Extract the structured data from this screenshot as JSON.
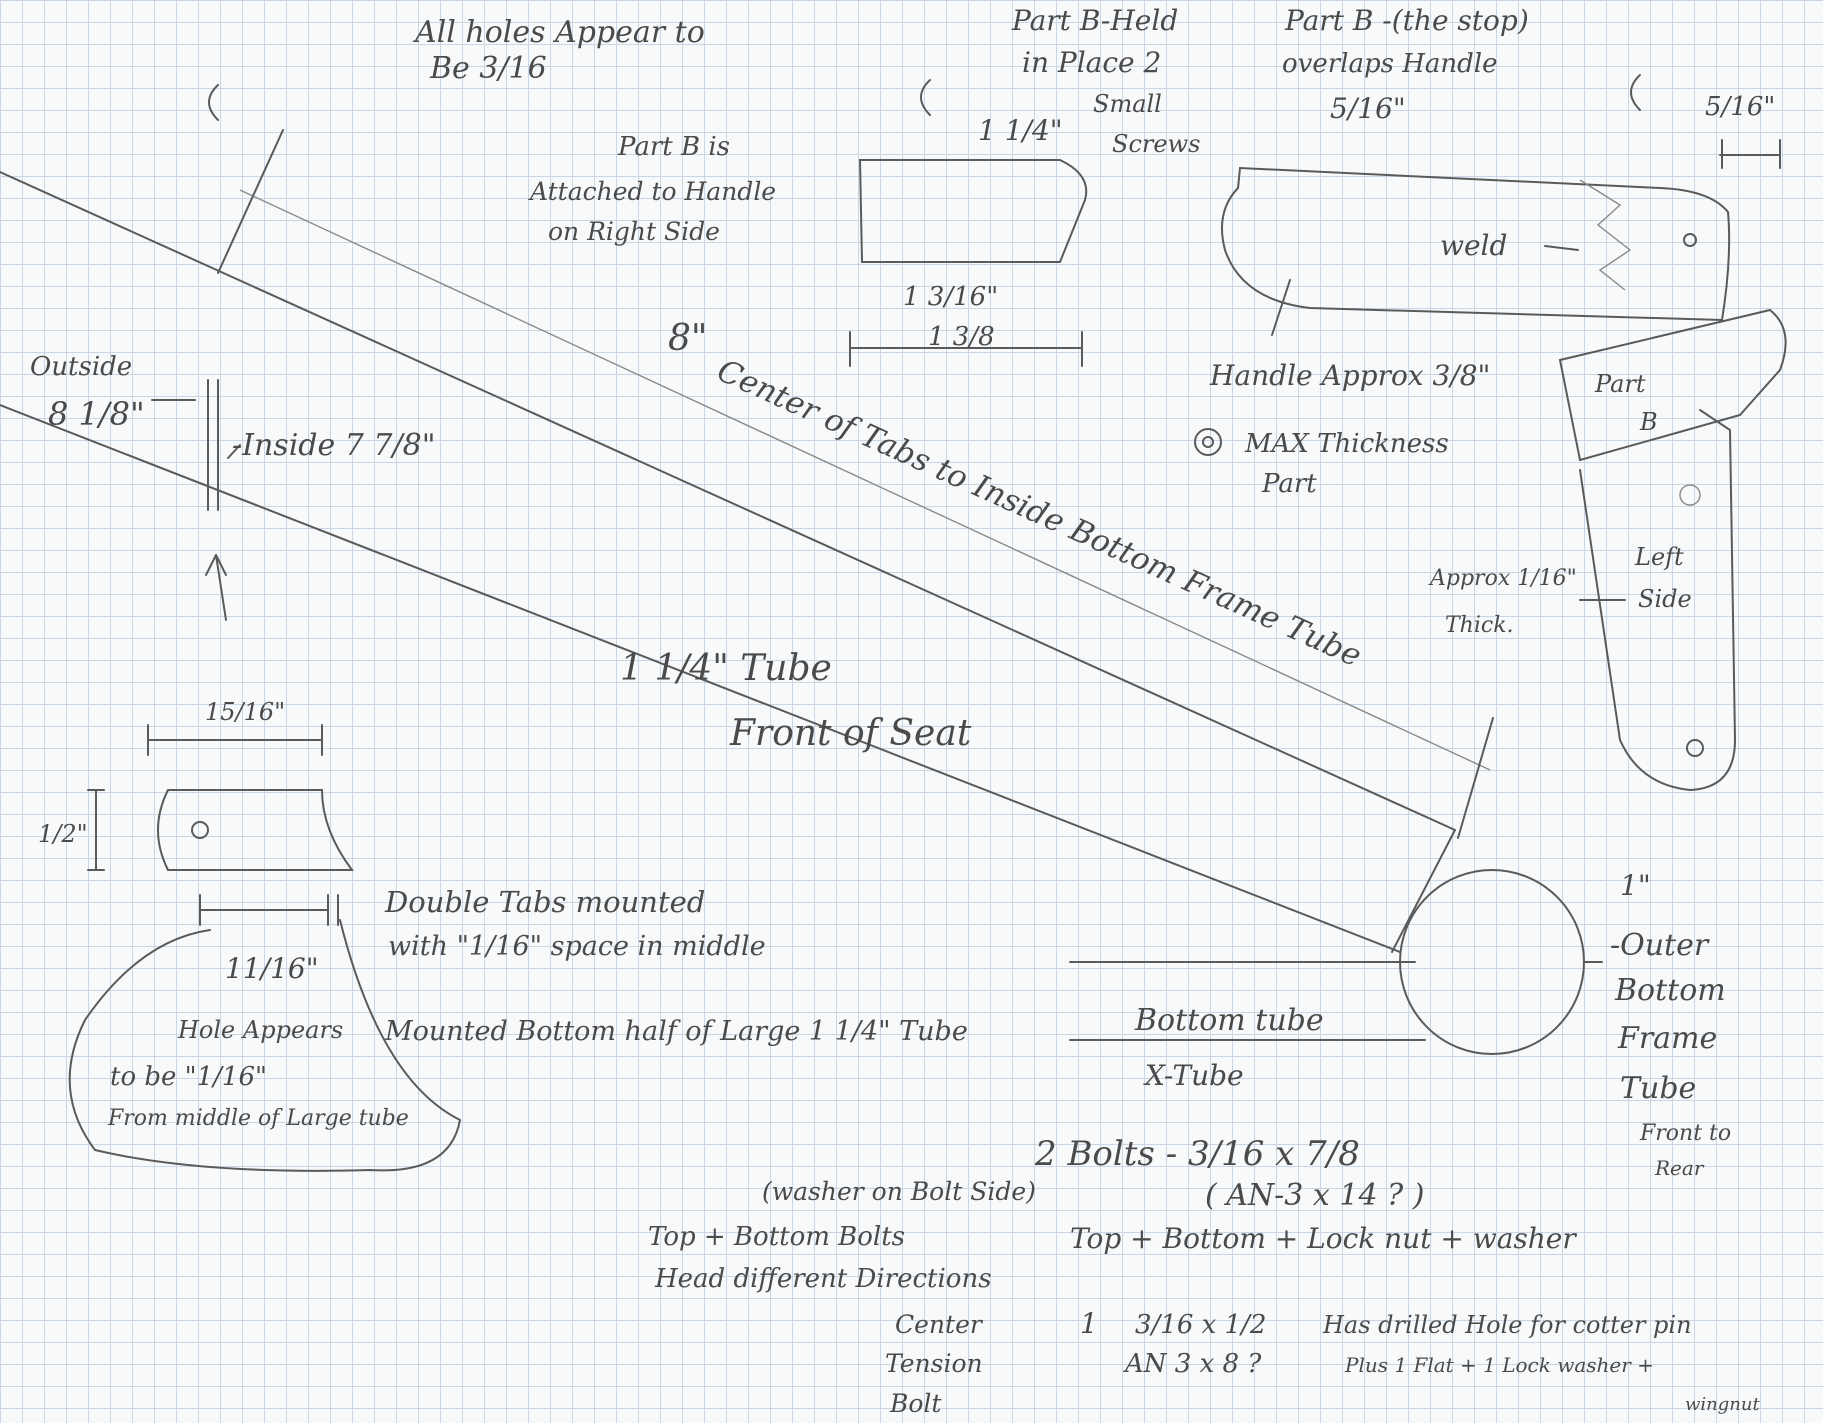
{
  "notes": {
    "holes_1": "All holes Appear to",
    "holes_2": "Be 3/16",
    "partb_held_1": "Part B-Held",
    "partb_held_2": "in Place 2",
    "partb_held_3": "Small",
    "partb_held_4": "Screws",
    "partb_stop_1": "Part B -(the stop)",
    "partb_stop_2": "overlaps Handle",
    "partb_stop_3": "5/16\"",
    "top_right_dim": "5/16\"",
    "partb_is_1": "Part B is",
    "partb_is_2": "Attached to Handle",
    "partb_is_3": "on Right Side",
    "dim_1_1_4": "1 1/4\"",
    "dim_1_3_16": "1 3/16\"",
    "dim_1_3_8": "1 3/8",
    "weld": "weld",
    "handle_approx": "Handle Approx 3/8\"",
    "max_thickness_1": "MAX Thickness",
    "max_thickness_2": "Part",
    "part_b_label_1": "Part",
    "part_b_label_2": "B",
    "approx_1_16_1": "Approx 1/16\"",
    "approx_1_16_2": "Thick.",
    "left_side_1": "Left",
    "left_side_2": "Side",
    "outside_label": "Outside",
    "outside_dim": "8 1/8\"",
    "inside_dim": "-Inside 7 7/8\"",
    "center_dim": "8\"",
    "center_text": "Center of Tabs to Inside Bottom Frame Tube",
    "tube_label": "1 1/4\" Tube",
    "front_of_seat": "Front of Seat",
    "tab_width": "15/16\"",
    "tab_height": "1/2\"",
    "tab_offset": "11/16\"",
    "double_tabs_1": "Double Tabs mounted",
    "double_tabs_2": "with \"1/16\" space in middle",
    "mounted_bottom": "Mounted Bottom half of Large 1 1/4\" Tube",
    "hole_appears_1": "Hole Appears",
    "hole_appears_2": "to be \"1/16\"",
    "hole_appears_3": "From middle of Large tube",
    "outer_1": "1\"",
    "outer_2": "-Outer",
    "outer_3": "Bottom",
    "outer_4": "Frame",
    "outer_5": "Tube",
    "outer_6": "Front to",
    "outer_7": "Rear",
    "bottom_tube": "Bottom tube",
    "x_tube": "X-Tube",
    "bolts_1": "2 Bolts - 3/16 x 7/8",
    "bolts_2": "( AN-3 x 14 ? )",
    "washer_note": "(washer on Bolt Side)",
    "top_bottom_bolts_1": "Top + Bottom Bolts",
    "top_bottom_bolts_2": "Head different Directions",
    "top_bottom_lock": "Top + Bottom + Lock nut + washer",
    "center_l1": "Center",
    "center_l2": "Tension",
    "center_l3": "Bolt",
    "center_qty": "1",
    "center_size": "3/16 x 1/2",
    "center_an": "AN 3 x 8 ?",
    "center_desc_1": "Has drilled Hole for cotter pin",
    "center_desc_2": "Plus 1 Flat + 1 Lock washer +",
    "center_desc_3": "wingnut"
  }
}
